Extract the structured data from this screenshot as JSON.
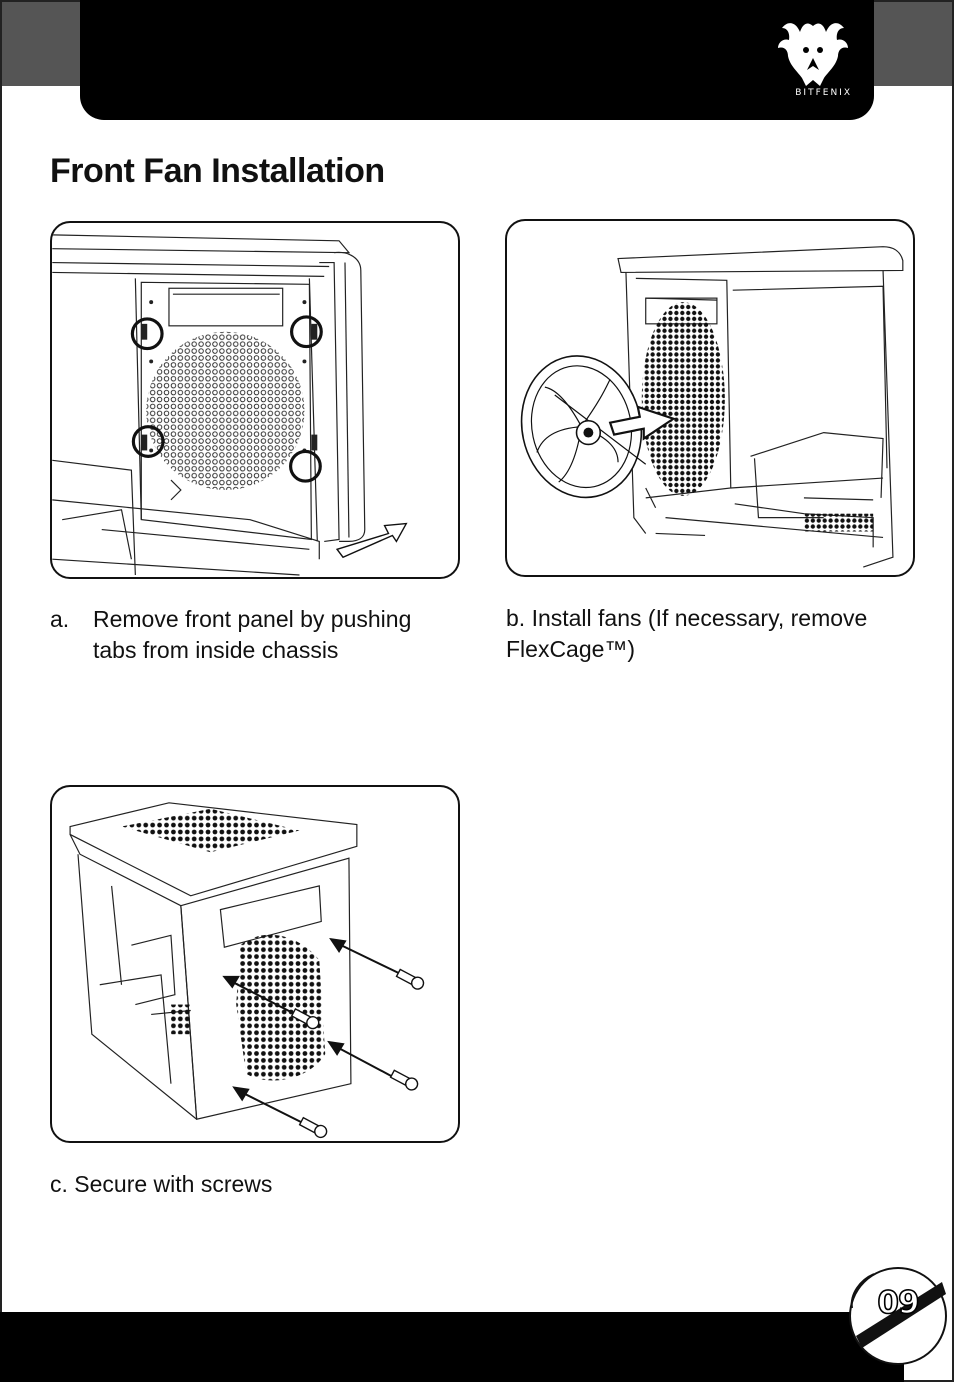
{
  "header": {
    "brand_text": "BITFENIX"
  },
  "page_title": "Front Fan Installation",
  "steps": [
    {
      "marker": "a.",
      "text": "Remove front panel by pushing tabs from inside chassis"
    },
    {
      "text": "b. Install fans (If necessary, remove FlexCage™)"
    },
    {
      "text": "c. Secure with screws"
    }
  ],
  "page_number": "09",
  "colors": {
    "header_bar": "#000000",
    "corner_tab": "#555555",
    "footer_bar": "#000000"
  },
  "icons": {
    "logo": "bitfenix-wings-logo",
    "push_arrow": "outline-arrow"
  }
}
